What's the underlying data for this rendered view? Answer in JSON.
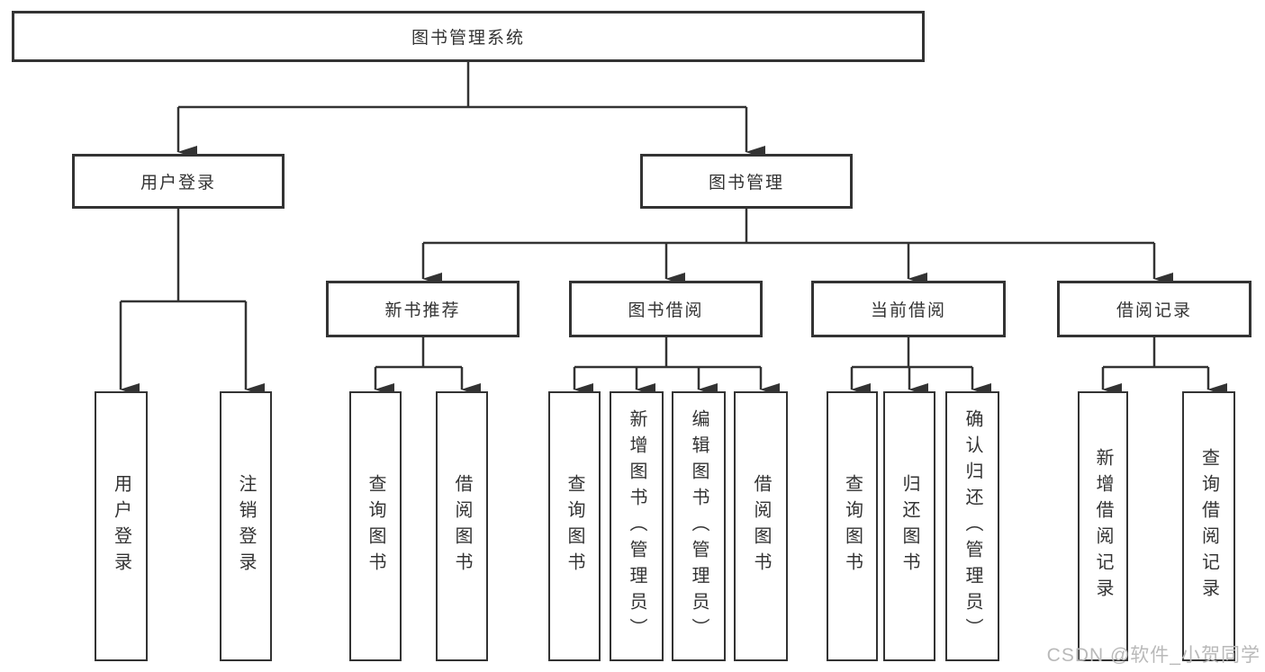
{
  "diagram": {
    "root": "图书管理系统",
    "level2": {
      "user_login": "用户登录",
      "book_mgmt": "图书管理"
    },
    "level3": {
      "new_books": "新书推荐",
      "borrowing": "图书借阅",
      "current": "当前借阅",
      "records": "借阅记录"
    },
    "leaves": {
      "user_login": [
        "用户登录",
        "注销登录"
      ],
      "new_books": [
        "查询图书",
        "借阅图书"
      ],
      "borrowing": [
        "查询图书",
        "新增图书（管理员）",
        "编辑图书（管理员）",
        "借阅图书"
      ],
      "current": [
        "查询图书",
        "归还图书",
        "确认归还（管理员）"
      ],
      "records": [
        "新增借阅记录",
        "查询借阅记录"
      ]
    },
    "colors": {
      "line": "#333333",
      "box_border": "#333333",
      "box_fill": "#ffffff",
      "text": "#333333",
      "watermark": "#b9b9b9"
    }
  },
  "watermark": "CSDN @软件_小贺同学"
}
